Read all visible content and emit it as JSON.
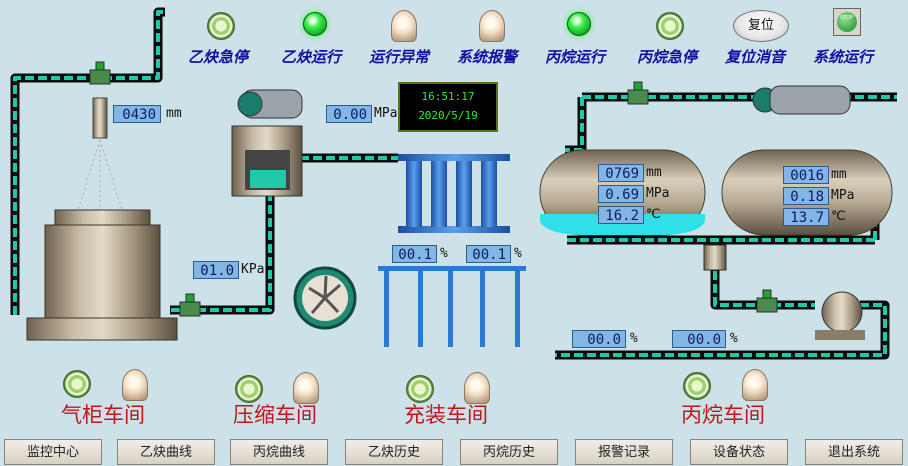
{
  "indicators": [
    {
      "label": "乙炔急停",
      "lamp": "green-ring-lamp"
    },
    {
      "label": "乙炔运行",
      "lamp": "green-on-lamp"
    },
    {
      "label": "运行异常",
      "lamp": "white-lamp"
    },
    {
      "label": "系统报警",
      "lamp": "white-lamp"
    },
    {
      "label": "丙烷运行",
      "lamp": "green-on-lamp"
    },
    {
      "label": "丙烷急停",
      "lamp": "green-ring-lamp"
    },
    {
      "label": "复位消音",
      "lamp": "reset-button"
    },
    {
      "label": "系统运行",
      "lamp": "stop-button"
    }
  ],
  "reset_button_label": "复位",
  "stop_button_label": "STOP",
  "clock": {
    "time": "16:51:17",
    "date": "2020/5/19"
  },
  "readings": {
    "gas_level": {
      "value": "0430",
      "unit": "mm"
    },
    "compressor_pressure": {
      "value": "0.00",
      "unit": "MPa"
    },
    "inlet_pressure": {
      "value": "01.0",
      "unit": "KPa"
    },
    "fill_left": {
      "value": "00.1",
      "unit": "%"
    },
    "fill_right": {
      "value": "00.1",
      "unit": "%"
    },
    "tank1": {
      "level": "0769",
      "level_unit": "mm",
      "pressure": "0.69",
      "pressure_unit": "MPa",
      "temp": "16.2",
      "temp_unit": "℃"
    },
    "tank2": {
      "level": "0016",
      "level_unit": "mm",
      "pressure": "0.18",
      "pressure_unit": "MPa",
      "temp": "13.7",
      "temp_unit": "℃"
    },
    "propane_out1": {
      "value": "00.0",
      "unit": "%"
    },
    "propane_out2": {
      "value": "00.0",
      "unit": "%"
    }
  },
  "workshops": [
    "气柜车间",
    "压缩车间",
    "充装车间",
    "丙烷车间"
  ],
  "nav": [
    "监控中心",
    "乙炔曲线",
    "丙烷曲线",
    "乙炔历史",
    "丙烷历史",
    "报警记录",
    "设备状态",
    "退出系统"
  ],
  "colors": {
    "pipe_outer": "#0b0b0b",
    "pipe_inner": "#21c9a9",
    "tank_liquid": "#2fe0e8",
    "label_blue": "#1010a0",
    "workshop_red": "#c0161a"
  }
}
